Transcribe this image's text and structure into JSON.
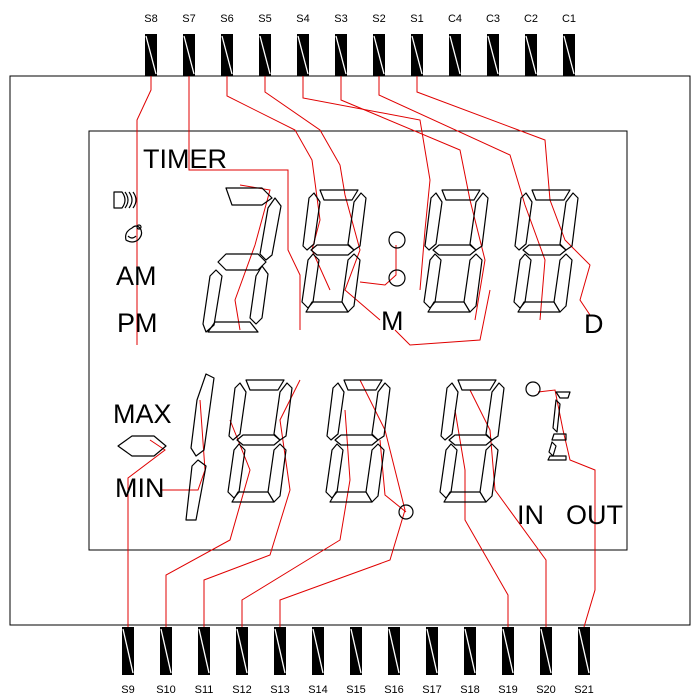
{
  "top_pins": [
    "S8",
    "S7",
    "S6",
    "S5",
    "S4",
    "S3",
    "S2",
    "S1",
    "C4",
    "C3",
    "C2",
    "C1"
  ],
  "bottom_pins": [
    "S9",
    "S10",
    "S11",
    "S12",
    "S13",
    "S14",
    "S15",
    "S16",
    "S17",
    "S18",
    "S19",
    "S20",
    "S21"
  ],
  "labels": {
    "timer": "TIMER",
    "am": "AM",
    "pm": "PM",
    "m": "M",
    "d": "D",
    "max": "MAX",
    "min": "MIN",
    "in": "IN",
    "out": "OUT"
  },
  "colors": {
    "trace": "#e00000",
    "segment": "#000000"
  },
  "icons": [
    "signal-icon",
    "alarm-bell-icon",
    "colon-icon",
    "decimal-point-icon",
    "degree-icon",
    "celsius-icon",
    "hexagon-indicator-icon"
  ]
}
